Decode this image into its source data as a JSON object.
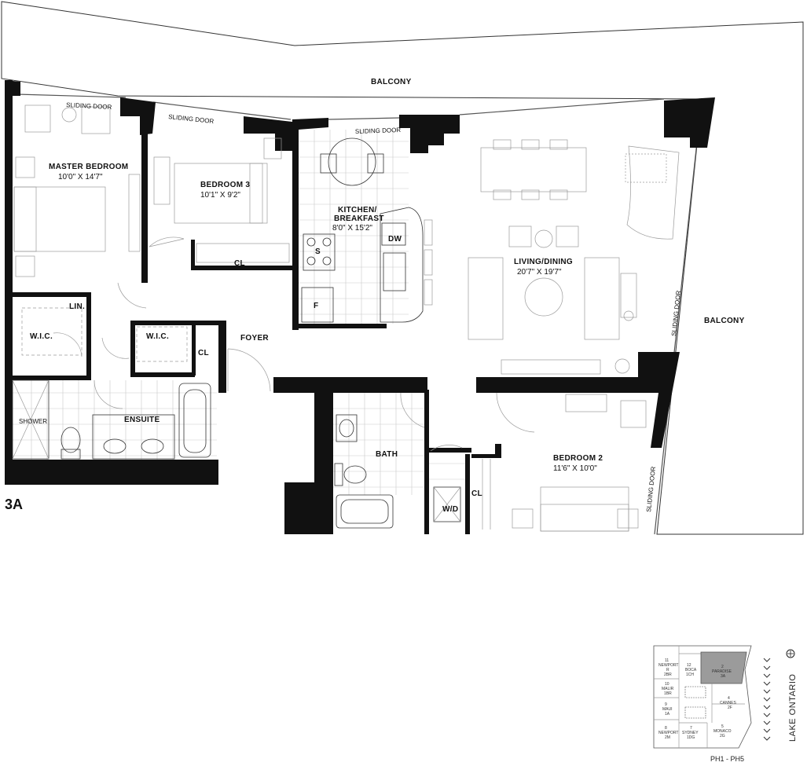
{
  "unit": {
    "name": "3A",
    "levels": "PH1 - PH5"
  },
  "rooms": {
    "balcony_north": "BALCONY",
    "balcony_east": "BALCONY",
    "master_bedroom": {
      "name": "MASTER BEDROOM",
      "dims": "10'0\" X 14'7\""
    },
    "bedroom3": {
      "name": "BEDROOM 3",
      "dims": "10'1\" X 9'2\""
    },
    "kitchen": {
      "name1": "KITCHEN/",
      "name2": "BREAKFAST",
      "dims": "8'0\" X 15'2\""
    },
    "living": {
      "name": "LIVING/DINING",
      "dims": "20'7\" X 19'7\""
    },
    "bedroom2": {
      "name": "BEDROOM 2",
      "dims": "11'6\" X 10'0\""
    },
    "foyer": "FOYER",
    "ensuite": "ENSUITE",
    "bath": "BATH",
    "shower": "SHOWER",
    "wic1": "W.I.C.",
    "wic2": "W.I.C.",
    "lin": "LIN.",
    "cl_bed3": "CL",
    "cl_hall": "CL",
    "cl_bed2": "CL",
    "wd": "W/D",
    "fridge": "F",
    "stove": "S",
    "dishwasher": "DW"
  },
  "doors": {
    "sliding1": "SLIDING DOOR",
    "sliding2": "SLIDING DOOR",
    "sliding3": "SLIDING DOOR",
    "sliding4": "SLIDING DOOR",
    "sliding5": "SLIDING DOOR"
  },
  "keyplan": {
    "lake": "LAKE ONTARIO",
    "units": [
      {
        "num": "11",
        "l1": "NEWPORT",
        "l2": "R",
        "l3": "2BR"
      },
      {
        "num": "12",
        "l1": "BOCA",
        "l2": "1CH",
        "l3": ""
      },
      {
        "num": "2",
        "l1": "PARADISE",
        "l2": "3A",
        "l3": ""
      },
      {
        "num": "10",
        "l1": "MALIR",
        "l2": "1BR",
        "l3": ""
      },
      {
        "num": "4",
        "l1": "CANNES",
        "l2": "2F",
        "l3": ""
      },
      {
        "num": "9",
        "l1": "MAUI",
        "l2": "1A",
        "l3": ""
      },
      {
        "num": "8",
        "l1": "NEWPORT",
        "l2": "2M",
        "l3": ""
      },
      {
        "num": "7",
        "l1": "SYDNEY",
        "l2": "1DG",
        "l3": ""
      },
      {
        "num": "5",
        "l1": "MONACO",
        "l2": "2G",
        "l3": ""
      }
    ]
  },
  "colors": {
    "wall": "#111111",
    "highlight": "#9b9b9b"
  }
}
